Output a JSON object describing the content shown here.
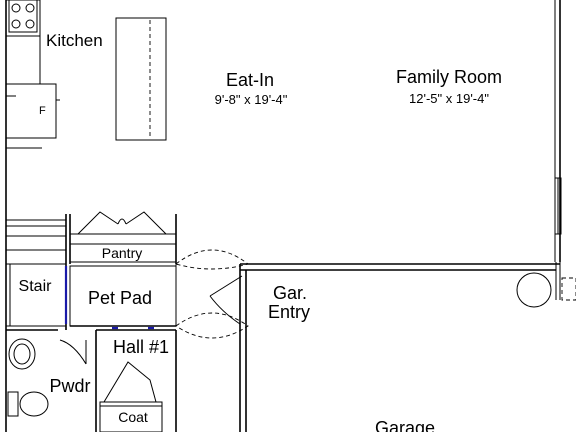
{
  "rooms": {
    "kitchen": {
      "name": "Kitchen"
    },
    "fridge": {
      "label": "F"
    },
    "eat_in": {
      "name": "Eat-In",
      "dims": "9'-8\" x 19'-4\""
    },
    "family_room": {
      "name": "Family Room",
      "dims": "12'-5\" x 19'-4\""
    },
    "pantry": {
      "name": "Pantry"
    },
    "stair": {
      "name": "Stair"
    },
    "pet_pad": {
      "name": "Pet Pad"
    },
    "gar_entry": {
      "line1": "Gar.",
      "line2": "Entry"
    },
    "hall": {
      "name": "Hall #1"
    },
    "powder": {
      "name": "Pwdr"
    },
    "coat": {
      "name": "Coat"
    },
    "garage": {
      "name": "Garage"
    }
  }
}
